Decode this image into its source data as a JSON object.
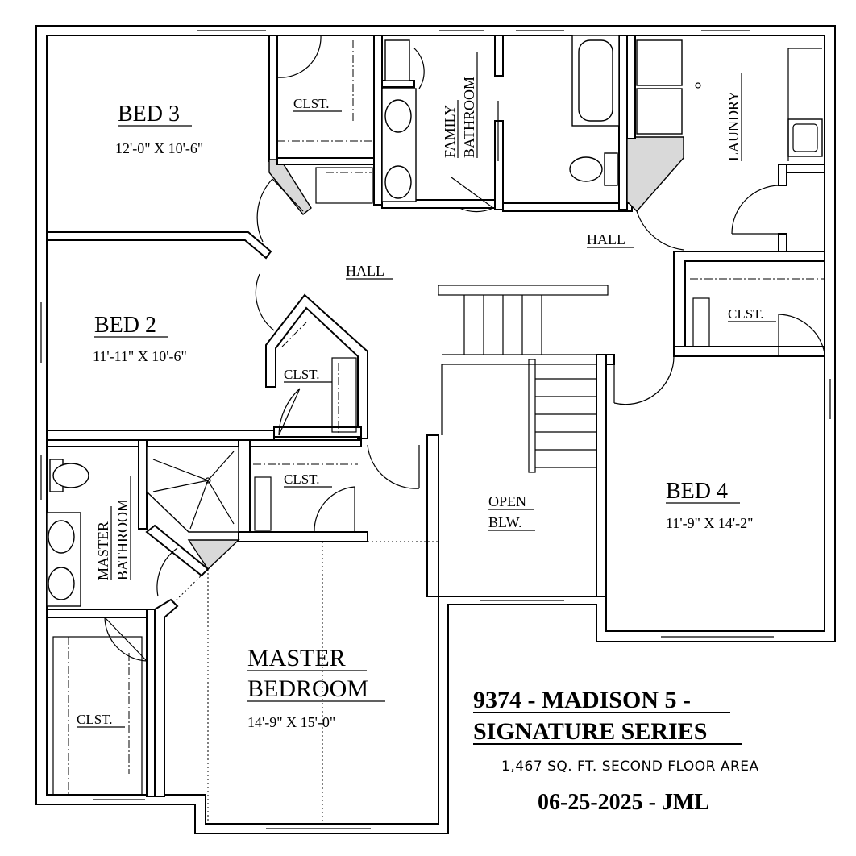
{
  "plan": {
    "rooms": {
      "bed3": {
        "name": "BED 3",
        "size": "12'-0\" X 10'-6\""
      },
      "bed2": {
        "name": "BED 2",
        "size": "11'-11\" X 10'-6\""
      },
      "bed4": {
        "name": "BED 4",
        "size": "11'-9\" X 14'-2\""
      },
      "master": {
        "name_line1": "MASTER",
        "name_line2": "BEDROOM",
        "size": "14'-9\" X 15'-0\""
      },
      "family_bath": {
        "line1": "FAMILY",
        "line2": "BATHROOM"
      },
      "master_bath": {
        "line1": "MASTER",
        "line2": "BATHROOM"
      },
      "laundry": "LAUNDRY",
      "hall_left": "HALL",
      "hall_right": "HALL",
      "open_blw": {
        "line1": "OPEN",
        "line2": "BLW."
      },
      "closets": {
        "bed3": "CLST.",
        "bed2": "CLST.",
        "bed4": "CLST.",
        "master_mid": "CLST.",
        "master_lower": "CLST."
      }
    },
    "title_block": {
      "line1": "9374 -  MADISON 5 -",
      "line2": "SIGNATURE SERIES",
      "area": "1,467 SQ. FT. SECOND FLOOR AREA",
      "date": "06-25-2025 - JML"
    }
  }
}
